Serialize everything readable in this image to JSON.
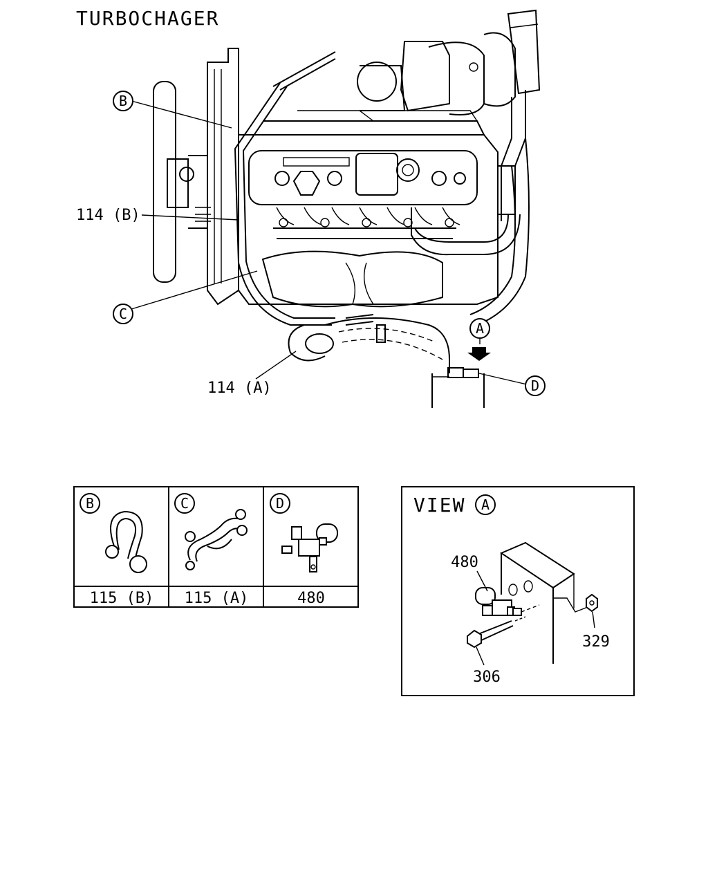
{
  "title": "TURBOCHAGER",
  "engine_callouts": {
    "b": "B",
    "c": "C",
    "a": "A",
    "d": "D",
    "part_114b": "114 (B)",
    "part_114a": "114 (A)"
  },
  "parts_table": {
    "cells": [
      {
        "letter": "B",
        "part": "115 (B)"
      },
      {
        "letter": "C",
        "part": "115 (A)"
      },
      {
        "letter": "D",
        "part": "480"
      }
    ]
  },
  "view_a": {
    "title": "VIEW",
    "letter": "A",
    "labels": {
      "p480": "480",
      "p306": "306",
      "p329": "329"
    }
  }
}
